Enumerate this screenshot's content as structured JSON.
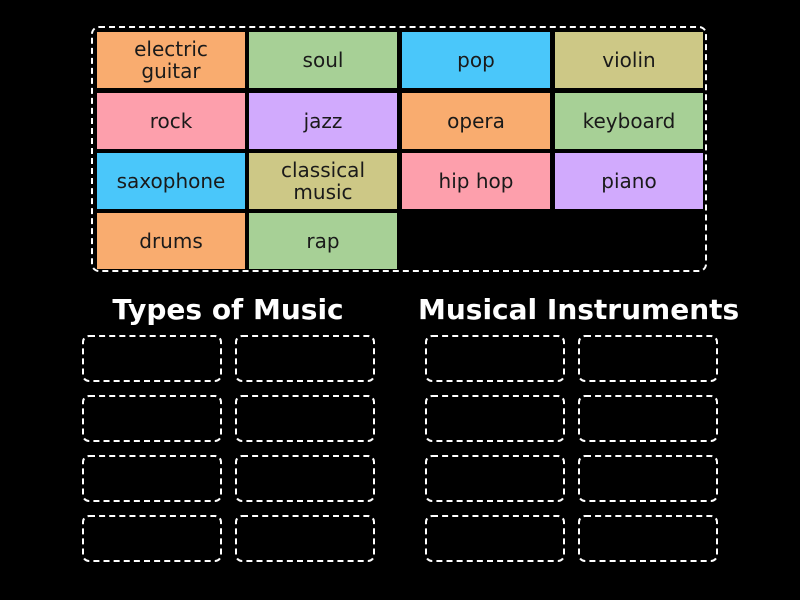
{
  "bank": {
    "tiles": [
      {
        "label": "electric guitar",
        "color": "#f9ac6f"
      },
      {
        "label": "soul",
        "color": "#a7d096"
      },
      {
        "label": "pop",
        "color": "#4ac7fa"
      },
      {
        "label": "violin",
        "color": "#cdc886"
      },
      {
        "label": "rock",
        "color": "#fd9fac"
      },
      {
        "label": "jazz",
        "color": "#d1aafd"
      },
      {
        "label": "opera",
        "color": "#f9ac6f"
      },
      {
        "label": "keyboard",
        "color": "#a7d096"
      },
      {
        "label": "saxophone",
        "color": "#4ac7fa"
      },
      {
        "label": "classical music",
        "color": "#cdc886"
      },
      {
        "label": "hip hop",
        "color": "#fd9fac"
      },
      {
        "label": "piano",
        "color": "#d1aafd"
      },
      {
        "label": "drums",
        "color": "#f9ac6f"
      },
      {
        "label": "rap",
        "color": "#a7d096"
      }
    ]
  },
  "groups": [
    {
      "title": "Types of Music",
      "slots": 8
    },
    {
      "title": "Musical Instruments",
      "slots": 8
    }
  ]
}
